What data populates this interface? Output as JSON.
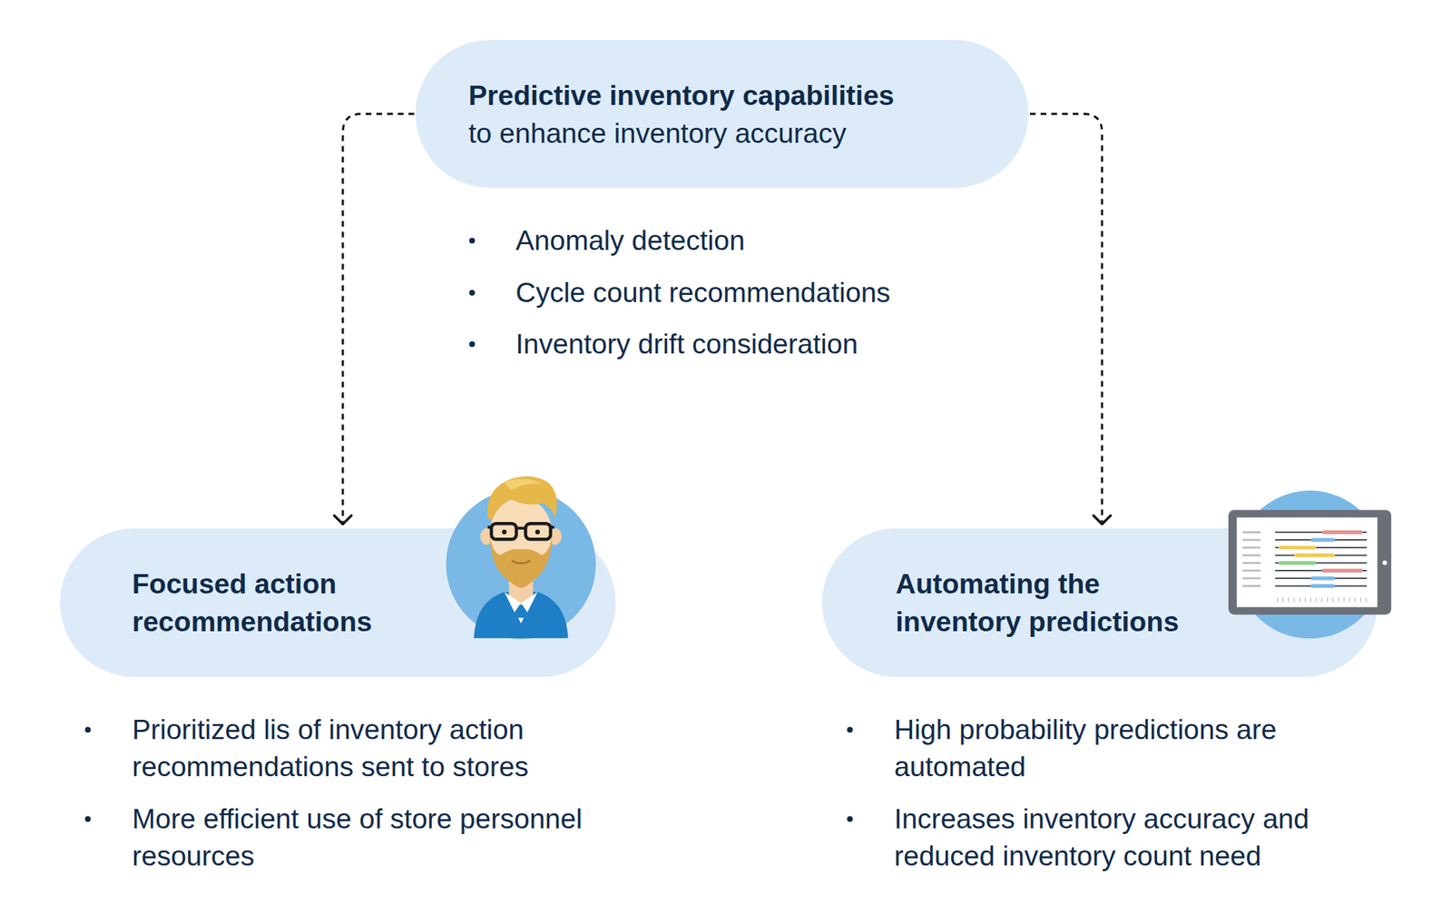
{
  "diagram": {
    "nodes": [
      {
        "text": [
          "Predictive inventory capabilities",
          "to enhance inventory accuracy"
        ]
      },
      {
        "text": [
          "Focused action recommendations"
        ]
      },
      {
        "text": [
          "Automating the inventory predictions"
        ]
      }
    ],
    "edges": [
      {
        "from": 0,
        "to": 1,
        "arrow": "to"
      },
      {
        "from": 0,
        "to": 2,
        "arrow": "to"
      }
    ],
    "labels": [
      "Anomaly detection",
      "Cycle count recommendations",
      "Inventory drift consideration",
      "Prioritized lis of inventory action recommendations sent to stores",
      "More efficient use of store personnel resources",
      "High probability predictions are automated",
      "Increases inventory accuracy and reduced inventory count need"
    ]
  }
}
